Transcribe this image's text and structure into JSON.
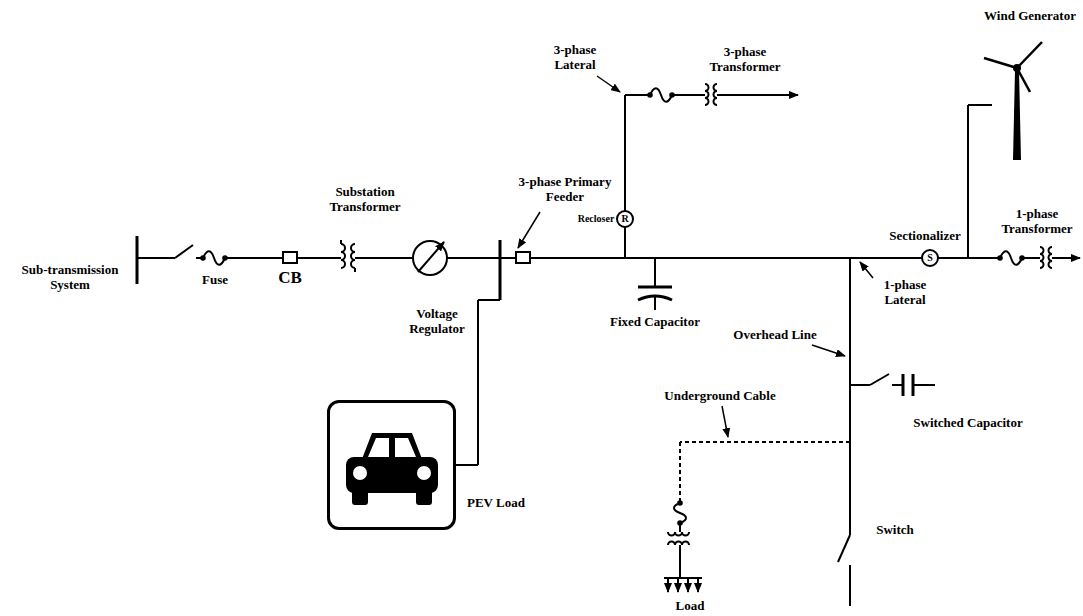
{
  "diagram": {
    "nodes": [
      {
        "text": [
          "PEV Load"
        ]
      }
    ],
    "labels": [
      "Wind Generator",
      "3-phase Transformer",
      "3-phase Lateral",
      "Substation Transformer",
      "3-phase Primary Feeder",
      "Recloser",
      "R",
      "Sectionalizer",
      "S",
      "1-phase Transformer",
      "Sub-transmission System",
      "Fuse",
      "CB",
      "Voltage Regulator",
      "Fixed Capacitor",
      "1-phase Lateral",
      "Overhead Line",
      "Underground Cable",
      "Switched Capacitor",
      "Switch",
      "Load"
    ]
  }
}
